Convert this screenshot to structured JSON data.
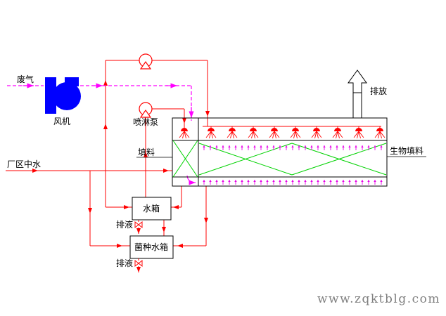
{
  "labels": {
    "waste_gas": "废气",
    "fan": "风机",
    "spray_pump": "喷淋泵",
    "packing": "填料",
    "bio_packing": "生物填料",
    "discharge": "排放",
    "plant_water": "厂区中水",
    "water_tank": "水箱",
    "bacteria_tank": "菌种水箱",
    "drain": "排液"
  },
  "watermark": {
    "text": "www.zqktblg.com"
  },
  "colors": {
    "pipe_red": "#ff0000",
    "gas_magenta": "#ff00ff",
    "flow_arrow_magenta": "#e800e8",
    "packing_green": "#00d200",
    "fan_blue": "#0000ff",
    "line_black": "#000000",
    "watermark_gray": "#808080"
  }
}
